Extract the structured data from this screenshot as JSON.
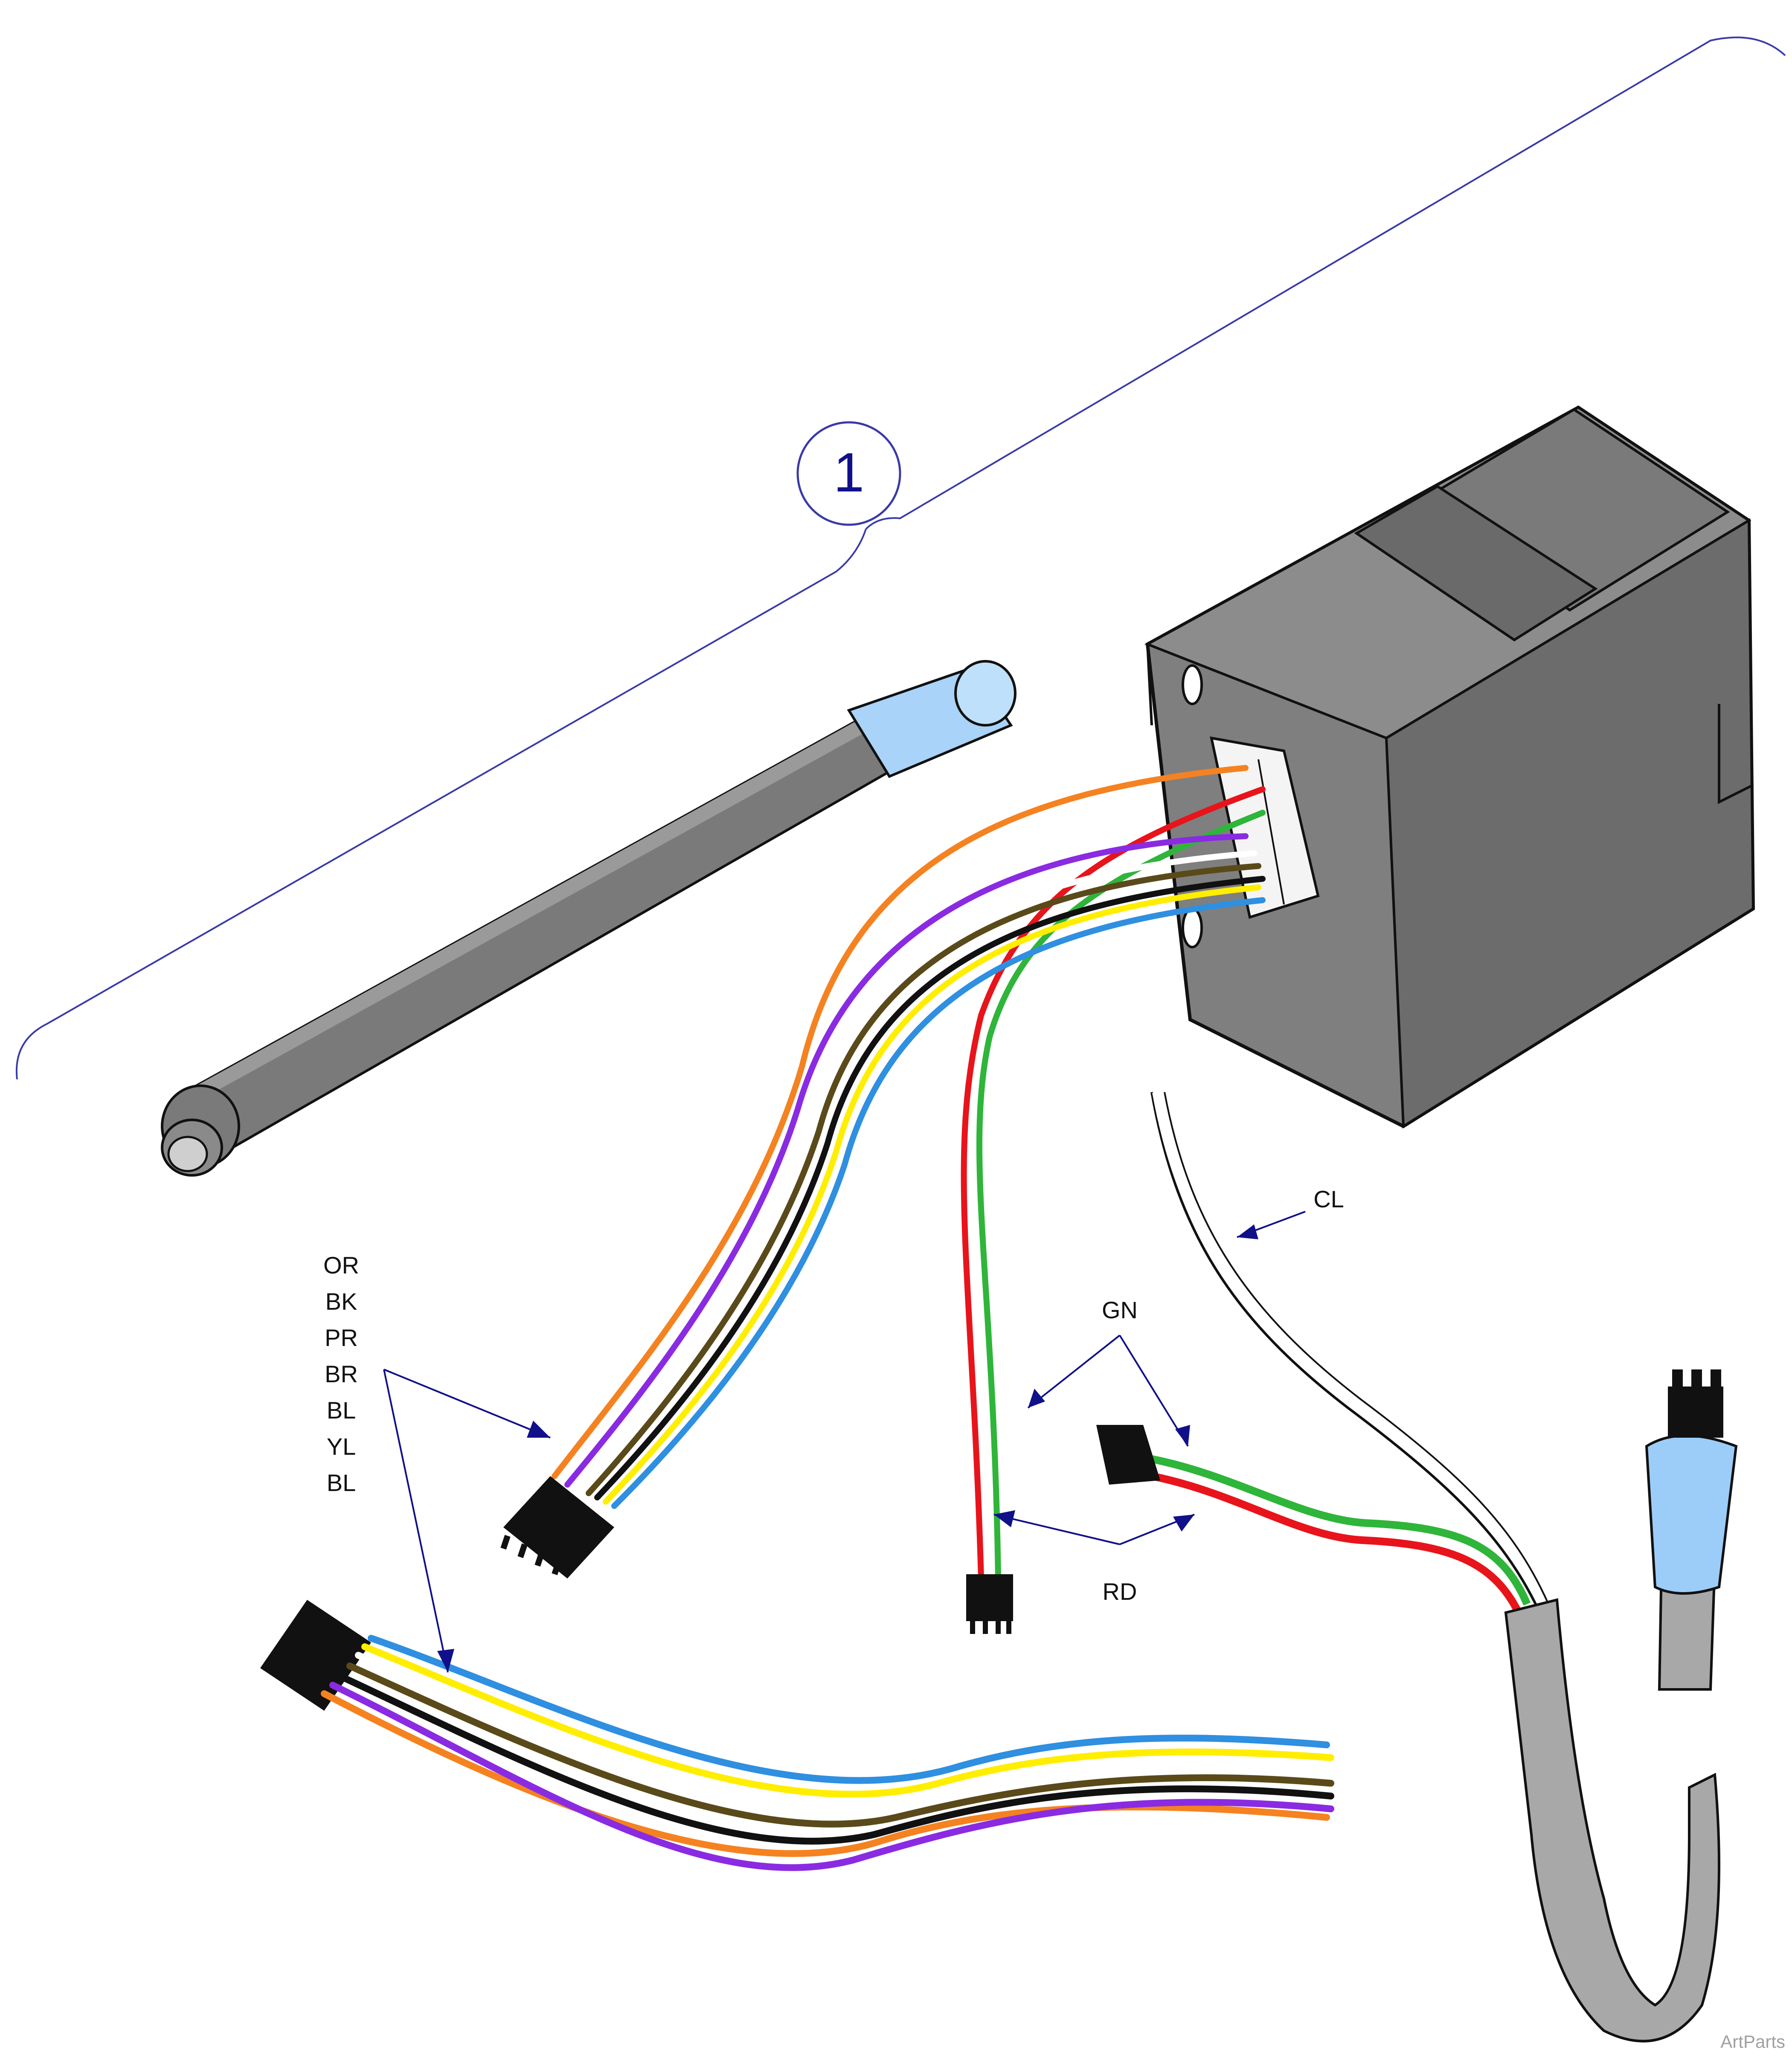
{
  "callout": {
    "number": "1"
  },
  "colors": {
    "callout_line": "#3a3aa8",
    "arrow": "#10108a",
    "housing": "#7f7f7f",
    "housing_dark": "#5f5f5f",
    "rod": "#6f6f6f",
    "sleeve": "#a9d3f8",
    "cable": "#a8a8a8",
    "OR": "#f58220",
    "RD": "#e8141b",
    "GN": "#2fb53a",
    "BK": "#111111",
    "PR": "#8a2be2",
    "BR": "#5a4a1a",
    "YL": "#ffee00",
    "BL": "#2f8fe0",
    "WH": "#ffffff"
  },
  "harness_labels": [
    "OR",
    "BK",
    "PR",
    "BR",
    "BL",
    "YL",
    "BL"
  ],
  "wire_labels": {
    "gn": "GN",
    "rd": "RD",
    "cl": "CL"
  },
  "watermark": "ArtParts"
}
